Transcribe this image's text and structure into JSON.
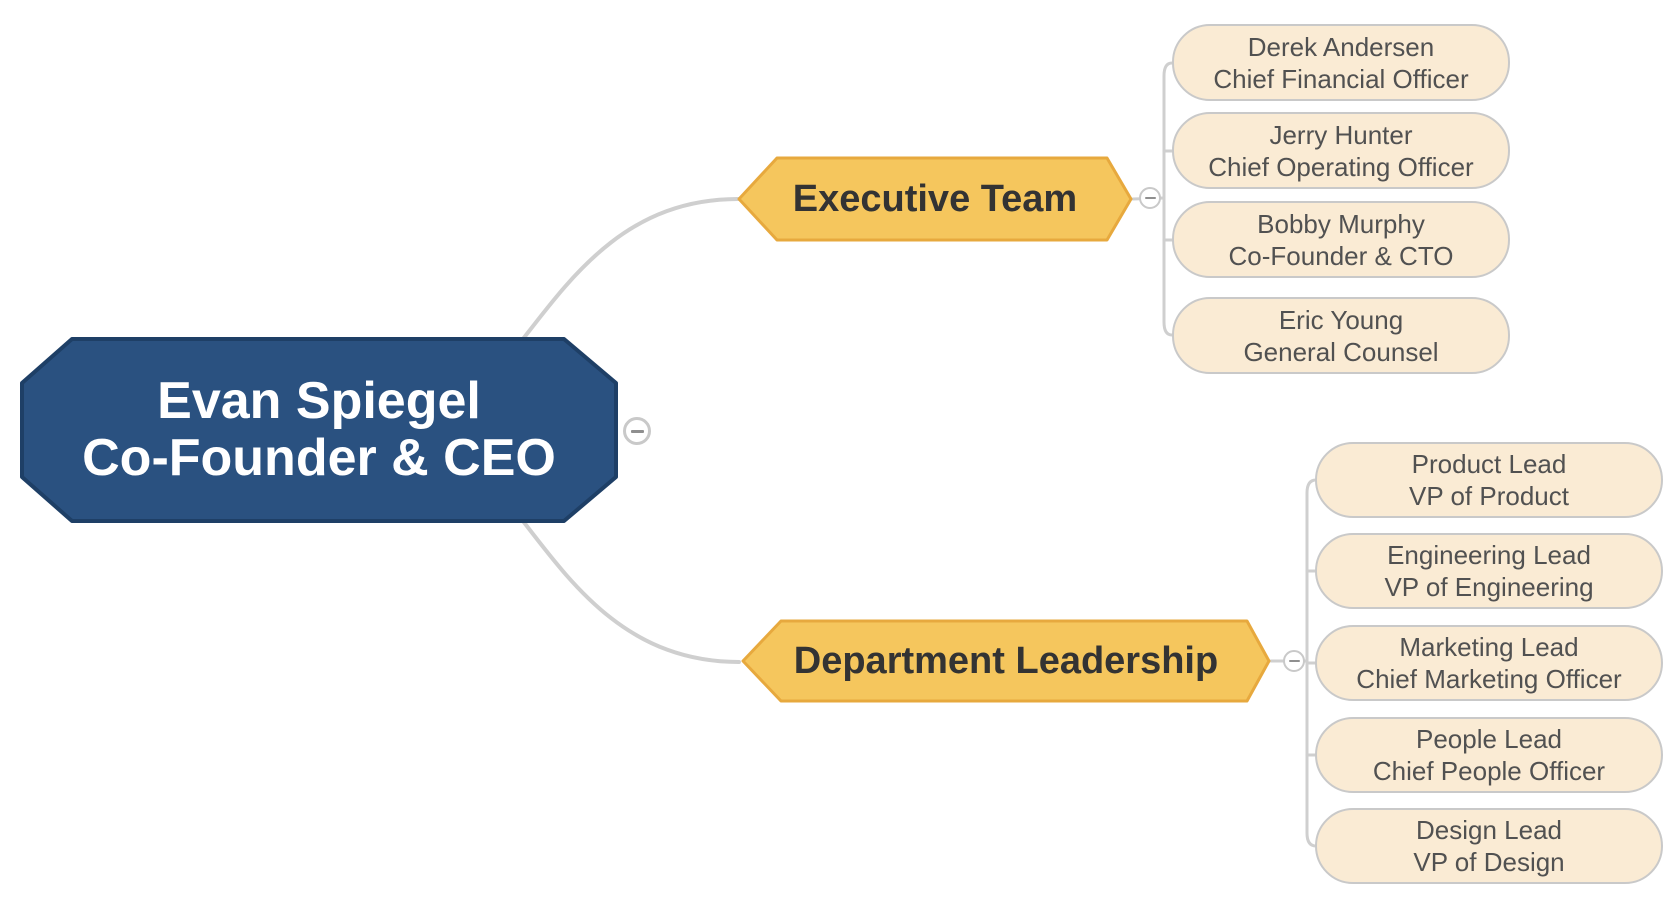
{
  "diagram_type": "org-chart-mindmap",
  "root": {
    "name": "Evan Spiegel",
    "title": "Co-Founder & CEO"
  },
  "branches": [
    {
      "label": "Executive Team",
      "children": [
        {
          "name": "Derek Andersen",
          "title": "Chief Financial Officer"
        },
        {
          "name": "Jerry Hunter",
          "title": "Chief Operating Officer"
        },
        {
          "name": "Bobby Murphy",
          "title": "Co-Founder & CTO"
        },
        {
          "name": "Eric Young",
          "title": "General Counsel"
        }
      ]
    },
    {
      "label": "Department Leadership",
      "children": [
        {
          "name": "Product Lead",
          "title": "VP of Product"
        },
        {
          "name": "Engineering Lead",
          "title": "VP of Engineering"
        },
        {
          "name": "Marketing Lead",
          "title": "Chief Marketing Officer"
        },
        {
          "name": "People Lead",
          "title": "Chief People Officer"
        },
        {
          "name": "Design Lead",
          "title": "VP of Design"
        }
      ]
    }
  ],
  "icons": {
    "collapse": "minus-in-circle"
  },
  "colors": {
    "root_fill": "#2a5180",
    "root_border": "#1e3f66",
    "root_text": "#ffffff",
    "branch_fill": "#f5c65d",
    "branch_border": "#e7a93e",
    "branch_text": "#333333",
    "leaf_fill": "#faebd4",
    "leaf_border": "#c9c9c9",
    "leaf_text": "#515151",
    "connector": "#cfcfcf",
    "background": "#ffffff"
  }
}
